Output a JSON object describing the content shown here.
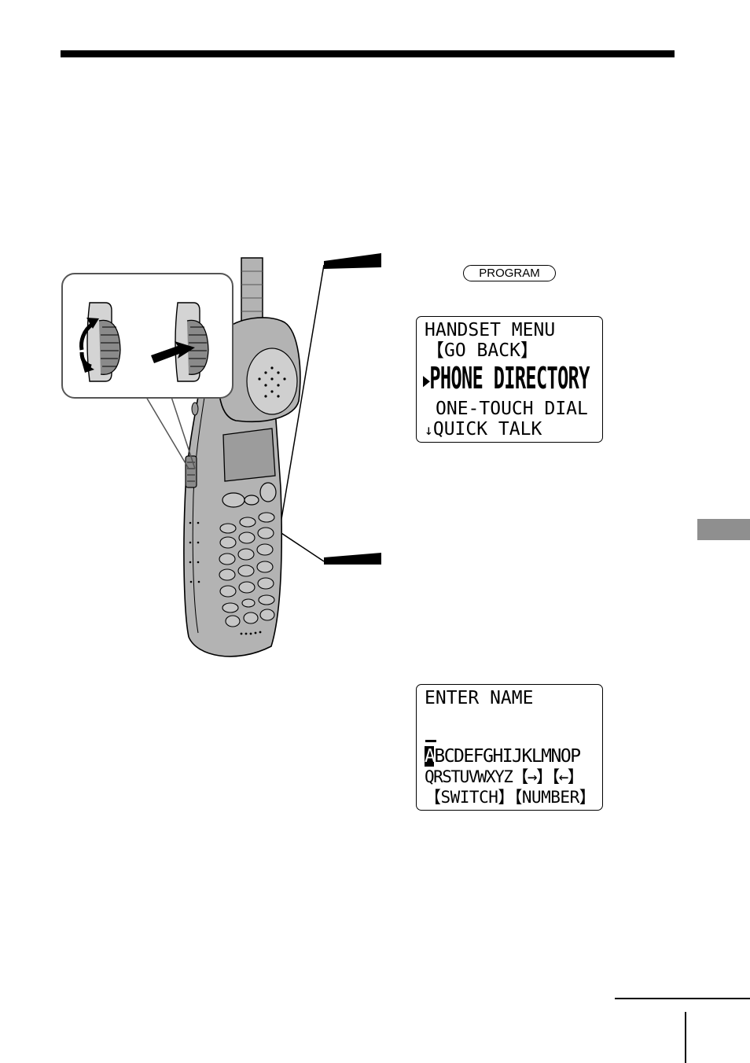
{
  "program_key": {
    "label": "PROGRAM"
  },
  "lcd_menu": {
    "lines": [
      "HANDSET MENU",
      "【GO BACK】",
      "PHONE DIRECTORY",
      "ONE-TOUCH DIAL",
      "QUICK TALK"
    ],
    "selection_marker": "▶",
    "scroll_marker": "↓"
  },
  "lcd_enter_name": {
    "title": "ENTER NAME",
    "cursor_char": "A",
    "row1": "BCDEFGHIJKLMNOP",
    "row2": "QRSTUVWXYZ【→】【←】",
    "row3": "【SWITCH】【NUMBER】"
  },
  "icons": [
    "jog-dial-rotate-icon",
    "jog-dial-press-icon",
    "cordless-handset-icon"
  ],
  "colors": {
    "side_tab": "#8f8f8f",
    "rule": "#000000",
    "handset_fill": "#b3b3b3"
  }
}
